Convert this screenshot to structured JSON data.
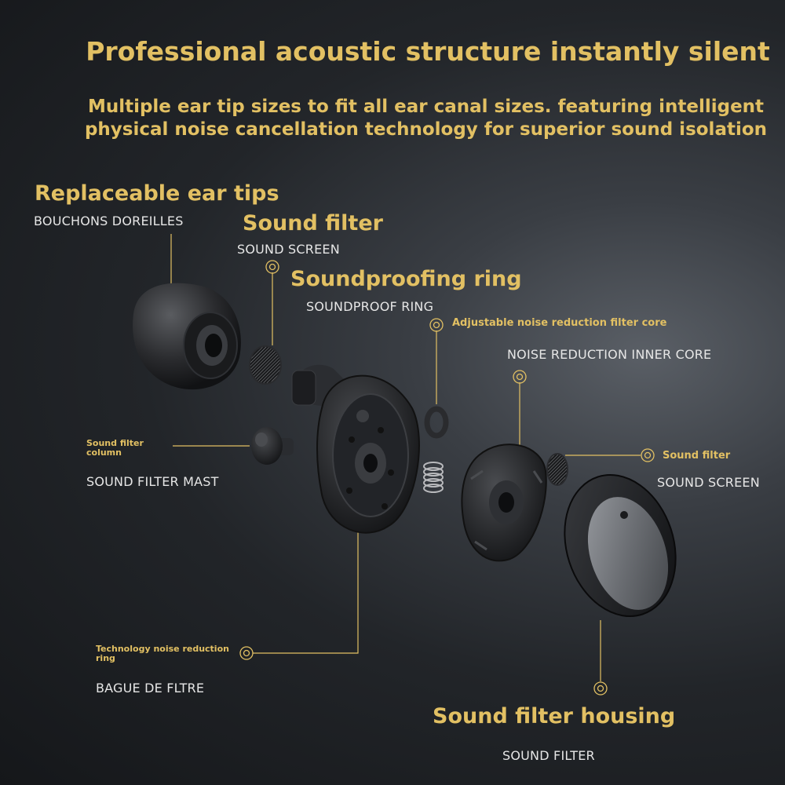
{
  "colors": {
    "accent": "#e2c063",
    "background": "#1d2024",
    "text": "#e6e6e6"
  },
  "header": {
    "title": "Professional acoustic structure instantly silent",
    "subtitle": "Multiple ear tip sizes to fit all ear canal sizes. featuring intelligent physical noise cancellation technology for superior sound isolation"
  },
  "labels": {
    "ear_tips_title": "Replaceable ear tips",
    "ear_tips_sub": "BOUCHONS DOREILLES",
    "sound_filter_title": "Sound filter",
    "sound_filter_sub": "SOUND SCREEN",
    "soundproofing_title": "Soundproofing ring",
    "soundproofing_sub": "SOUNDPROOF RING",
    "adjustable_core": "Adjustable noise reduction filter core",
    "inner_core": "NOISE REDUCTION INNER CORE",
    "filter_column": "Sound filter column",
    "filter_mast": "SOUND FILTER MAST",
    "right_filter_title": "Sound filter",
    "right_filter_sub": "SOUND SCREEN",
    "tech_ring": "Technology noise reduction ring",
    "bague": "BAGUE DE FLTRE",
    "housing_title": "Sound filter housing",
    "housing_sub": "SOUND FILTER"
  }
}
